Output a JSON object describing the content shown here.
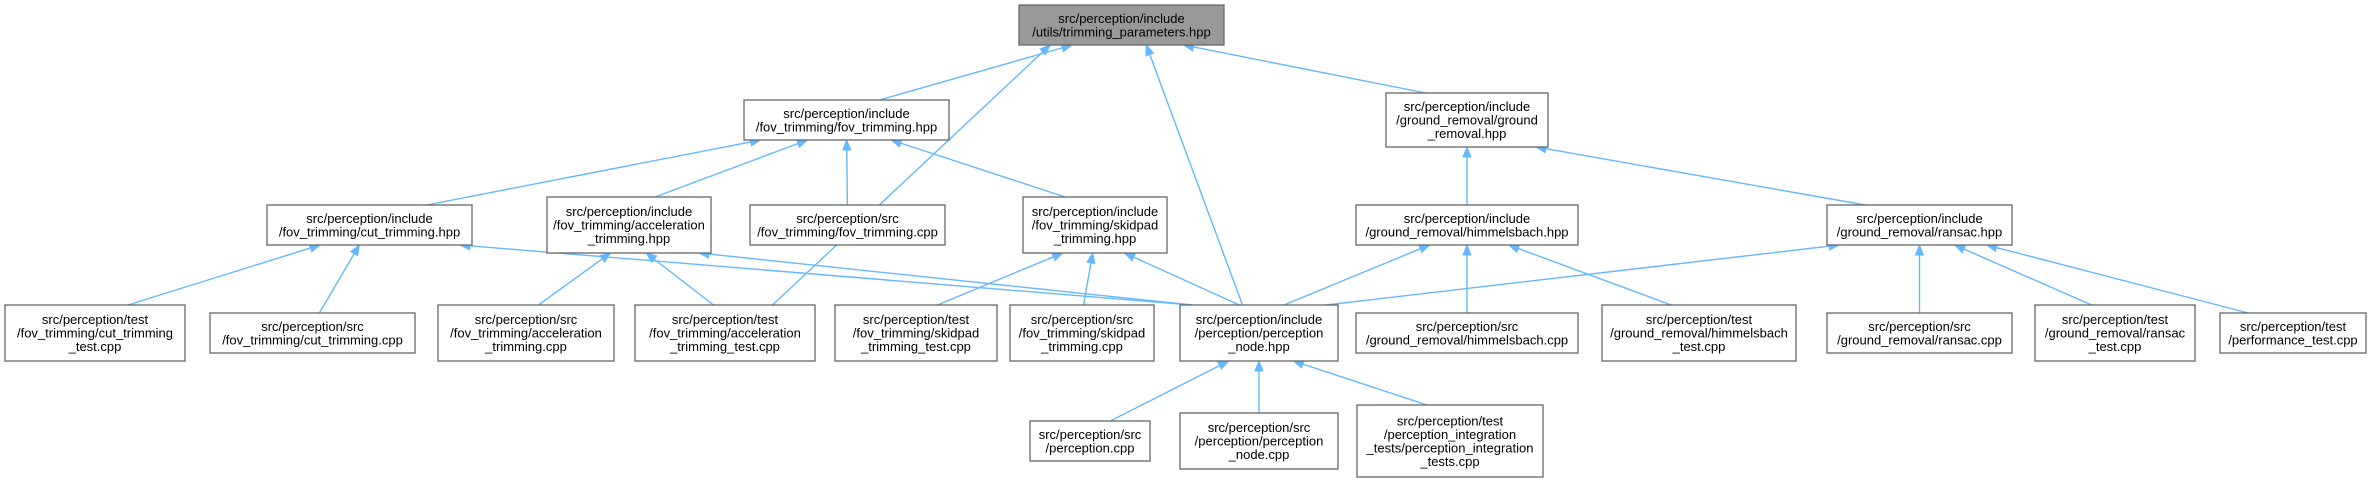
{
  "diagram": {
    "type": "include-dependency-graph",
    "colors": {
      "root_fill": "#999999",
      "node_fill": "#ffffff",
      "border": "#666666",
      "edge": "#63b8ff",
      "text": "#000000"
    },
    "nodes": [
      {
        "id": "root",
        "root": true,
        "lines": [
          "src/perception/include",
          "/utils/trimming_parameters.hpp"
        ]
      },
      {
        "id": "fov_hpp",
        "lines": [
          "src/perception/include",
          "/fov_trimming/fov_trimming.hpp"
        ]
      },
      {
        "id": "gr_hpp",
        "lines": [
          "src/perception/include",
          "/ground_removal/ground",
          "_removal.hpp"
        ]
      },
      {
        "id": "cut_hpp",
        "lines": [
          "src/perception/include",
          "/fov_trimming/cut_trimming.hpp"
        ]
      },
      {
        "id": "acc_hpp",
        "lines": [
          "src/perception/include",
          "/fov_trimming/acceleration",
          "_trimming.hpp"
        ]
      },
      {
        "id": "fov_cpp",
        "lines": [
          "src/perception/src",
          "/fov_trimming/fov_trimming.cpp"
        ]
      },
      {
        "id": "skid_hpp",
        "lines": [
          "src/perception/include",
          "/fov_trimming/skidpad",
          "_trimming.hpp"
        ]
      },
      {
        "id": "him_hpp",
        "lines": [
          "src/perception/include",
          "/ground_removal/himmelsbach.hpp"
        ]
      },
      {
        "id": "ran_hpp",
        "lines": [
          "src/perception/include",
          "/ground_removal/ransac.hpp"
        ]
      },
      {
        "id": "cut_test",
        "lines": [
          "src/perception/test",
          "/fov_trimming/cut_trimming",
          "_test.cpp"
        ]
      },
      {
        "id": "cut_cpp",
        "lines": [
          "src/perception/src",
          "/fov_trimming/cut_trimming.cpp"
        ]
      },
      {
        "id": "acc_cpp",
        "lines": [
          "src/perception/src",
          "/fov_trimming/acceleration",
          "_trimming.cpp"
        ]
      },
      {
        "id": "acc_test",
        "lines": [
          "src/perception/test",
          "/fov_trimming/acceleration",
          "_trimming_test.cpp"
        ]
      },
      {
        "id": "skid_test",
        "lines": [
          "src/perception/test",
          "/fov_trimming/skidpad",
          "_trimming_test.cpp"
        ]
      },
      {
        "id": "skid_cpp",
        "lines": [
          "src/perception/src",
          "/fov_trimming/skidpad",
          "_trimming.cpp"
        ]
      },
      {
        "id": "pn_hpp",
        "lines": [
          "src/perception/include",
          "/perception/perception",
          "_node.hpp"
        ]
      },
      {
        "id": "him_cpp",
        "lines": [
          "src/perception/src",
          "/ground_removal/himmelsbach.cpp"
        ]
      },
      {
        "id": "him_test",
        "lines": [
          "src/perception/test",
          "/ground_removal/himmelsbach",
          "_test.cpp"
        ]
      },
      {
        "id": "ran_cpp",
        "lines": [
          "src/perception/src",
          "/ground_removal/ransac.cpp"
        ]
      },
      {
        "id": "ran_test",
        "lines": [
          "src/perception/test",
          "/ground_removal/ransac",
          "_test.cpp"
        ]
      },
      {
        "id": "perf_test",
        "lines": [
          "src/perception/test",
          "/performance_test.cpp"
        ]
      },
      {
        "id": "perc_cpp",
        "lines": [
          "src/perception/src",
          "/perception.cpp"
        ]
      },
      {
        "id": "pn_cpp",
        "lines": [
          "src/perception/src",
          "/perception/perception",
          "_node.cpp"
        ]
      },
      {
        "id": "integ_test",
        "lines": [
          "src/perception/test",
          "/perception_integration",
          "_tests/perception_integration",
          "_tests.cpp"
        ]
      }
    ],
    "edges": [
      {
        "from": "fov_hpp",
        "to": "root"
      },
      {
        "from": "acc_test",
        "to": "root"
      },
      {
        "from": "pn_hpp",
        "to": "root"
      },
      {
        "from": "gr_hpp",
        "to": "root"
      },
      {
        "from": "cut_hpp",
        "to": "fov_hpp"
      },
      {
        "from": "acc_hpp",
        "to": "fov_hpp"
      },
      {
        "from": "fov_cpp",
        "to": "fov_hpp"
      },
      {
        "from": "skid_hpp",
        "to": "fov_hpp"
      },
      {
        "from": "him_hpp",
        "to": "gr_hpp"
      },
      {
        "from": "ran_hpp",
        "to": "gr_hpp"
      },
      {
        "from": "cut_test",
        "to": "cut_hpp"
      },
      {
        "from": "cut_cpp",
        "to": "cut_hpp"
      },
      {
        "from": "pn_hpp",
        "to": "cut_hpp"
      },
      {
        "from": "acc_cpp",
        "to": "acc_hpp"
      },
      {
        "from": "acc_test",
        "to": "acc_hpp"
      },
      {
        "from": "pn_hpp",
        "to": "acc_hpp"
      },
      {
        "from": "skid_test",
        "to": "skid_hpp"
      },
      {
        "from": "skid_cpp",
        "to": "skid_hpp"
      },
      {
        "from": "pn_hpp",
        "to": "skid_hpp"
      },
      {
        "from": "pn_hpp",
        "to": "him_hpp"
      },
      {
        "from": "him_cpp",
        "to": "him_hpp"
      },
      {
        "from": "him_test",
        "to": "him_hpp"
      },
      {
        "from": "pn_hpp",
        "to": "ran_hpp"
      },
      {
        "from": "ran_cpp",
        "to": "ran_hpp"
      },
      {
        "from": "ran_test",
        "to": "ran_hpp"
      },
      {
        "from": "perf_test",
        "to": "ran_hpp"
      },
      {
        "from": "perc_cpp",
        "to": "pn_hpp"
      },
      {
        "from": "pn_cpp",
        "to": "pn_hpp"
      },
      {
        "from": "integ_test",
        "to": "pn_hpp"
      }
    ]
  }
}
